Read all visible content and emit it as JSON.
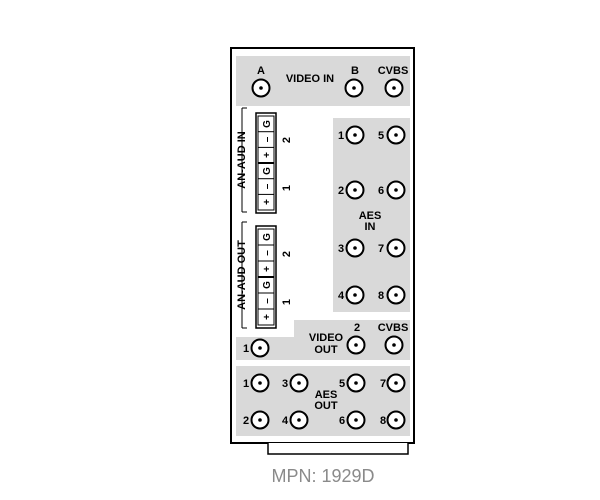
{
  "model": "MPN: 1929D",
  "video_in": {
    "title": "VIDEO IN",
    "connectors": [
      {
        "label": "A"
      },
      {
        "label": "B"
      },
      {
        "label": "CVBS"
      }
    ]
  },
  "aes_in": {
    "title_line1": "AES",
    "title_line2": "IN",
    "connectors": [
      "1",
      "2",
      "3",
      "4",
      "5",
      "6",
      "7",
      "8"
    ]
  },
  "an_aud_in": {
    "title": "AN-AUD IN",
    "channels": [
      "1",
      "2"
    ],
    "pins": [
      "+",
      "–",
      "G",
      "+",
      "–",
      "G"
    ]
  },
  "an_aud_out": {
    "title": "AN-AUD OUT",
    "channels": [
      "1",
      "2"
    ],
    "pins": [
      "+",
      "–",
      "G",
      "+",
      "–",
      "G"
    ]
  },
  "video_out": {
    "title_line1": "VIDEO",
    "title_line2": "OUT",
    "connectors": [
      {
        "label": "1"
      },
      {
        "label": "2"
      },
      {
        "label": "CVBS"
      }
    ]
  },
  "aes_out": {
    "title_line1": "AES",
    "title_line2": "OUT",
    "connectors": [
      "1",
      "2",
      "3",
      "4",
      "5",
      "6",
      "7",
      "8"
    ]
  },
  "colors": {
    "panel_fill": "#ffffff",
    "section_fill": "#d9d9d9",
    "stroke": "#000000",
    "caption": "#8a8a8a"
  }
}
